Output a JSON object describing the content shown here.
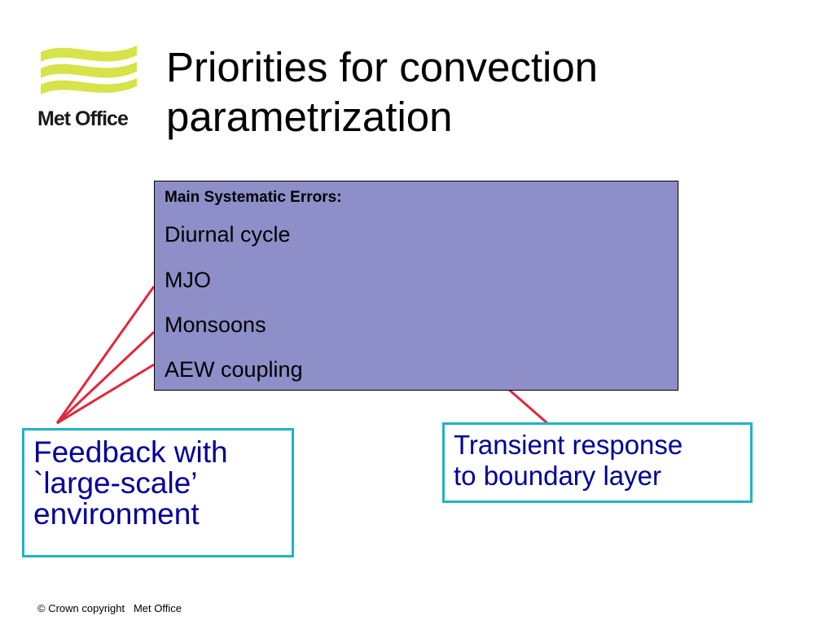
{
  "brand": {
    "logo_text": "Met Office",
    "logo_color": "#d4e44a"
  },
  "slide": {
    "title_line1": "Priorities for convection",
    "title_line2": "parametrization"
  },
  "errors_box": {
    "heading": "Main Systematic Errors:",
    "items": [
      "Diurnal cycle",
      "MJO",
      "Monsoons",
      "AEW coupling"
    ],
    "background": "#8e8ec9"
  },
  "callouts": {
    "left": {
      "lines": [
        "Feedback with",
        "`large-scale’",
        "environment"
      ]
    },
    "right": {
      "lines": [
        "Transient response",
        "to boundary layer"
      ]
    },
    "border_color": "#1fb3c8",
    "text_color": "#000099"
  },
  "connector_color": "#e0283c",
  "footer": {
    "text": "© Crown copyright   Met Office"
  }
}
